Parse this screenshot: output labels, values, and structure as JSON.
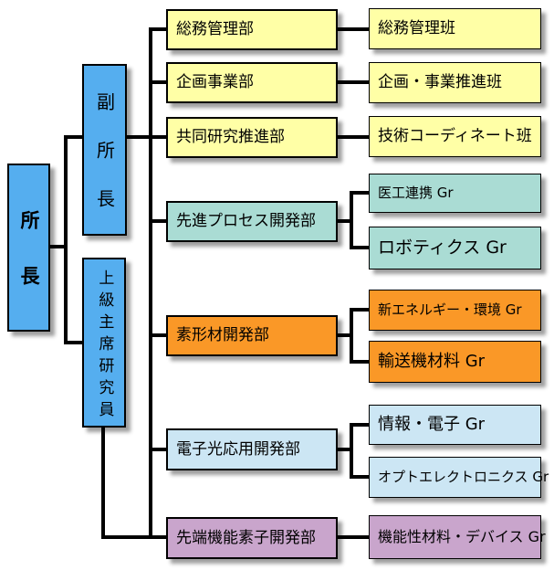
{
  "palette": {
    "executive_blue": "#55AEEF",
    "admin_yellow": "#FFFFA6",
    "process_teal": "#AADCD4",
    "materials_orange": "#FA9827",
    "electronics_lightblue": "#CCE6F4",
    "devices_purple": "#C9A5CC",
    "line_black": "#000000",
    "background": "#FFFFFF"
  },
  "executives": [
    {
      "label": "所長",
      "color": "#55AEEF"
    },
    {
      "label": "副所長",
      "color": "#55AEEF",
      "reports_to": "所長"
    },
    {
      "label": "上級主席研究員",
      "color": "#55AEEF",
      "reports_to": "所長"
    }
  ],
  "departments": [
    {
      "label": "総務管理部",
      "color": "#FFFFA6",
      "reports_to": [
        "副所長"
      ]
    },
    {
      "label": "企画事業部",
      "color": "#FFFFA6",
      "reports_to": [
        "副所長"
      ]
    },
    {
      "label": "共同研究推進部",
      "color": "#FFFFA6",
      "reports_to": [
        "副所長"
      ]
    },
    {
      "label": "先進プロセス開発部",
      "color": "#AADCD4",
      "reports_to": [
        "副所長"
      ]
    },
    {
      "label": "素形材開発部",
      "color": "#FA9827",
      "reports_to": [
        "副所長"
      ]
    },
    {
      "label": "電子光応用開発部",
      "color": "#CCE6F4",
      "reports_to": [
        "副所長"
      ]
    },
    {
      "label": "先端機能素子開発部",
      "color": "#C9A5CC",
      "reports_to": [
        "副所長",
        "上級主席研究員"
      ]
    }
  ],
  "groups": [
    {
      "label": "総務管理班",
      "color": "#FFFFA6",
      "parent": "総務管理部"
    },
    {
      "label": "企画・事業推進班",
      "color": "#FFFFA6",
      "parent": "企画事業部"
    },
    {
      "label": "技術コーディネート班",
      "color": "#FFFFA6",
      "parent": "共同研究推進部"
    },
    {
      "label": "医工連携 Gr",
      "color": "#AADCD4",
      "parent": "先進プロセス開発部"
    },
    {
      "label": "ロボティクス Gr",
      "color": "#AADCD4",
      "parent": "先進プロセス開発部"
    },
    {
      "label": "新エネルギー・環境 Gr",
      "color": "#FA9827",
      "parent": "素形材開発部"
    },
    {
      "label": "輸送機材料 Gr",
      "color": "#FA9827",
      "parent": "素形材開発部"
    },
    {
      "label": "情報・電子 Gr",
      "color": "#CCE6F4",
      "parent": "電子光応用開発部"
    },
    {
      "label": "オプトエレクトロニクス Gr",
      "color": "#CCE6F4",
      "parent": "電子光応用開発部"
    },
    {
      "label": "機能性材料・デバイス Gr",
      "color": "#C9A5CC",
      "parent": "先端機能素子開発部"
    }
  ]
}
